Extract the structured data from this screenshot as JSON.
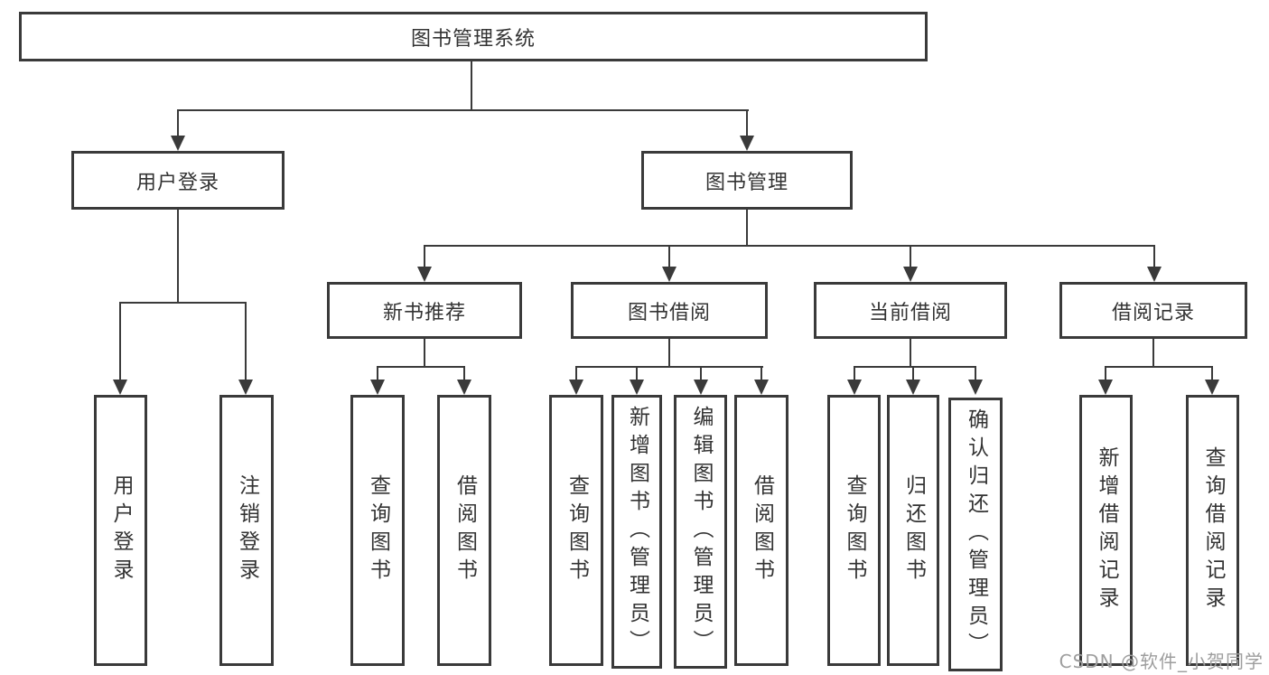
{
  "title": "图书管理系统",
  "tree": {
    "root": {
      "label": "图书管理系统"
    },
    "branches": [
      {
        "label": "用户登录",
        "children": [
          {
            "label": "用户登录"
          },
          {
            "label": "注销登录"
          }
        ]
      },
      {
        "label": "图书管理",
        "children": [
          {
            "label": "新书推荐",
            "children": [
              {
                "label": "查询图书"
              },
              {
                "label": "借阅图书"
              }
            ]
          },
          {
            "label": "图书借阅",
            "children": [
              {
                "label": "查询图书"
              },
              {
                "label": "新增图书（管理员）"
              },
              {
                "label": "编辑图书（管理员）"
              },
              {
                "label": "借阅图书"
              }
            ]
          },
          {
            "label": "当前借阅",
            "children": [
              {
                "label": "查询图书"
              },
              {
                "label": "归还图书"
              },
              {
                "label": "确认归还（管理员）"
              }
            ]
          },
          {
            "label": "借阅记录",
            "children": [
              {
                "label": "新增借阅记录"
              },
              {
                "label": "查询借阅记录"
              }
            ]
          }
        ]
      }
    ]
  },
  "watermark": "CSDN @软件_小贺同学",
  "colors": {
    "line": "#3a3a3a",
    "text": "#333333",
    "watermark": "#9e9e9e",
    "background": "#ffffff"
  }
}
